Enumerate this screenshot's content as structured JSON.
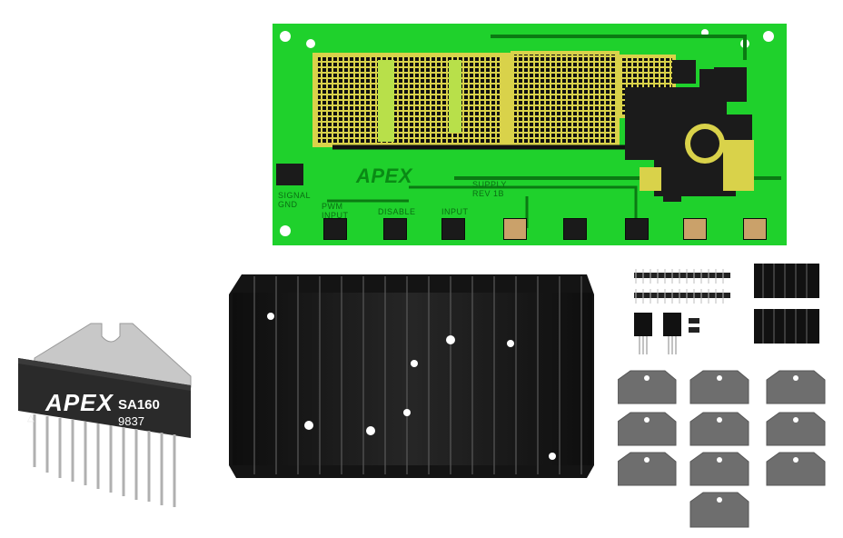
{
  "chip": {
    "brand": "APEX",
    "part_number": "SA160",
    "date_code": "9837",
    "symbol": "△"
  },
  "pcb": {
    "brand": "APEX",
    "silkscreen": [
      "SIGNAL GND",
      "PWM INPUT",
      "DISABLE",
      "INPUT",
      "SUPPLY REV 1B"
    ]
  },
  "colors": {
    "pcb_green": "#1fd12c",
    "pad_copper": "#caa16a",
    "heatsink_black": "#141414"
  }
}
